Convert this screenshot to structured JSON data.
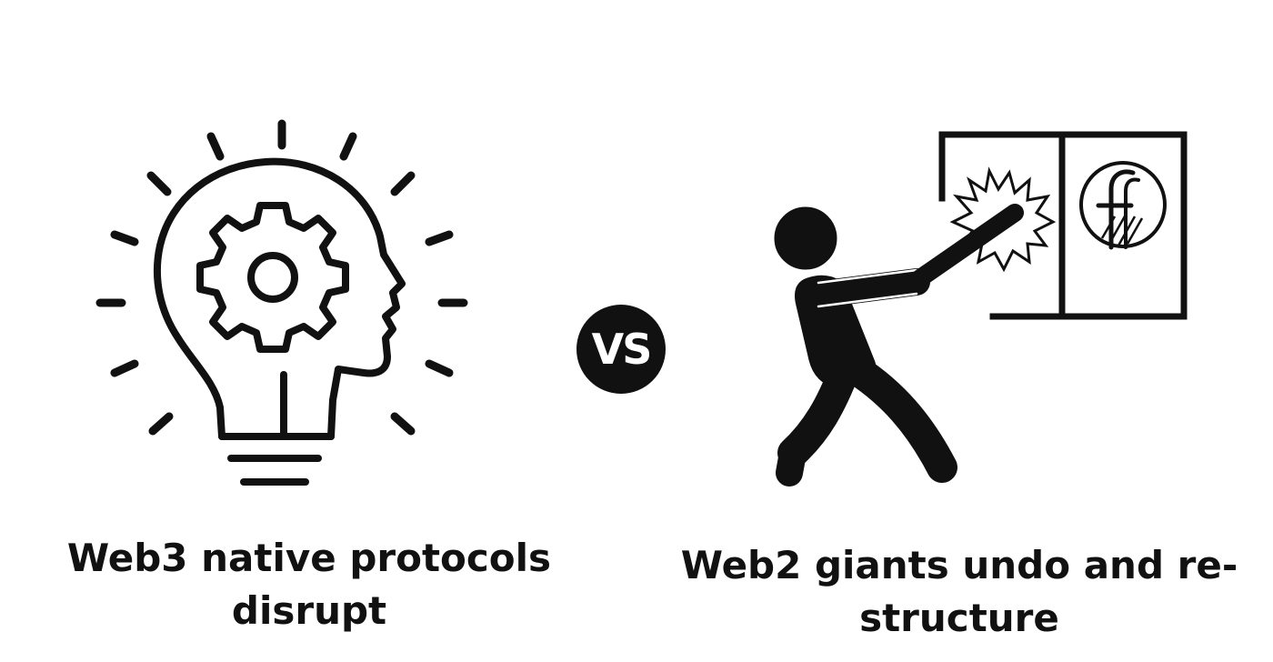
{
  "left_panel": {
    "caption_line1": "Web3 native protocols",
    "caption_line2": "disrupt",
    "icon": "lightbulb-head-gear-icon"
  },
  "vs_badge": {
    "label": "VS"
  },
  "right_panel": {
    "caption_line1": "Web2 giants undo and re-",
    "caption_line2": "structure",
    "icon": "person-breaking-window-icon",
    "logo_letter": "f"
  },
  "colors": {
    "ink": "#111111",
    "background": "#ffffff"
  }
}
